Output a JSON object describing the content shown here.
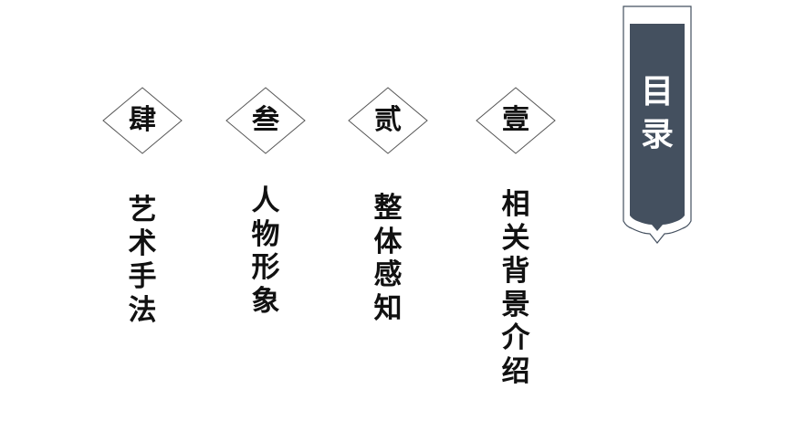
{
  "toc": {
    "label": "目录",
    "banner_color": "#44505f"
  },
  "sections": [
    {
      "numeral": "壹",
      "title": "相关背景介绍"
    },
    {
      "numeral": "贰",
      "title": "整体感知"
    },
    {
      "numeral": "叁",
      "title": "人物形象"
    },
    {
      "numeral": "肆",
      "title": "艺术手法"
    }
  ]
}
